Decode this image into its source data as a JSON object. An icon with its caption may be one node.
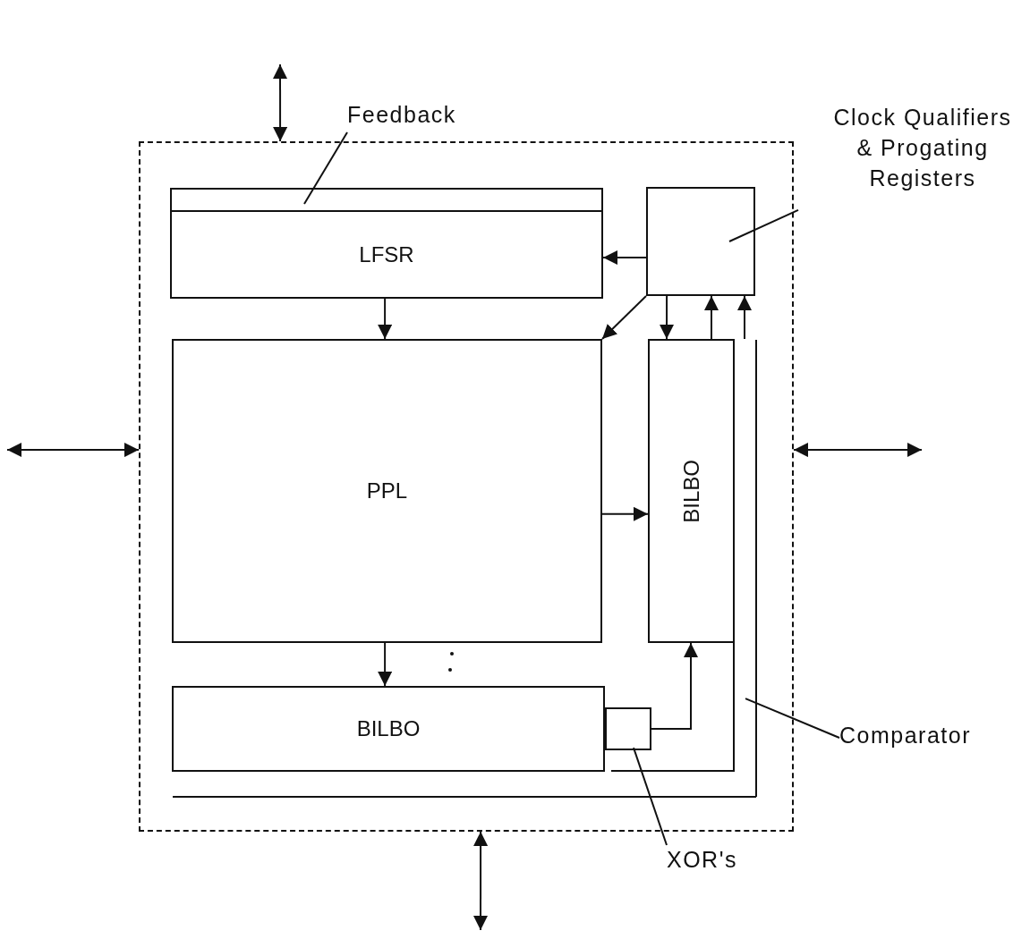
{
  "diagram": {
    "nodes": [
      {
        "text": [
          "Feedback"
        ]
      },
      {
        "text": [
          "Clock Qualifiers & Progating Registers"
        ]
      },
      {
        "text": [],
        "shape": "box"
      },
      {
        "text": [],
        "shape": "box",
        "in": 2
      },
      {
        "text": [
          "LFSR"
        ],
        "in": 2
      },
      {
        "text": [],
        "shape": "box",
        "in": 2
      },
      {
        "text": [
          "PPL"
        ],
        "in": 2
      },
      {
        "text": [
          "BILBO"
        ],
        "in": 2
      },
      {
        "text": [
          "BILBO"
        ],
        "in": 2
      },
      {
        "text": [],
        "shape": "box",
        "in": 2
      },
      {
        "text": [],
        "shape": "bar",
        "in": 2
      },
      {
        "text": [
          "Comparator"
        ]
      },
      {
        "text": [
          "XOR's"
        ]
      }
    ],
    "edges": [
      {
        "from": null,
        "to": 2,
        "arrow": "both"
      },
      {
        "from": null,
        "to": 2,
        "arrow": "both"
      },
      {
        "from": 2,
        "to": null,
        "arrow": "both"
      },
      {
        "from": 2,
        "to": null,
        "arrow": "both"
      },
      {
        "from": 0,
        "to": 3,
        "arrow": "none"
      },
      {
        "from": 5,
        "to": 4,
        "arrow": "to"
      },
      {
        "from": 4,
        "to": 6,
        "arrow": "to"
      },
      {
        "from": 5,
        "to": 6,
        "arrow": "to"
      },
      {
        "from": 5,
        "to": 7,
        "arrow": "to"
      },
      {
        "from": 7,
        "to": 5,
        "arrow": "to"
      },
      {
        "from": 10,
        "to": 5,
        "arrow": "to"
      },
      {
        "from": 6,
        "to": 7,
        "arrow": "to"
      },
      {
        "from": 6,
        "to": 8,
        "arrow": "to"
      },
      {
        "from": 9,
        "to": 7,
        "arrow": "to"
      },
      {
        "from": 1,
        "to": 5,
        "arrow": "none"
      },
      {
        "from": 11,
        "to": 10,
        "arrow": "none"
      },
      {
        "from": 12,
        "to": 9,
        "arrow": "none"
      }
    ]
  }
}
